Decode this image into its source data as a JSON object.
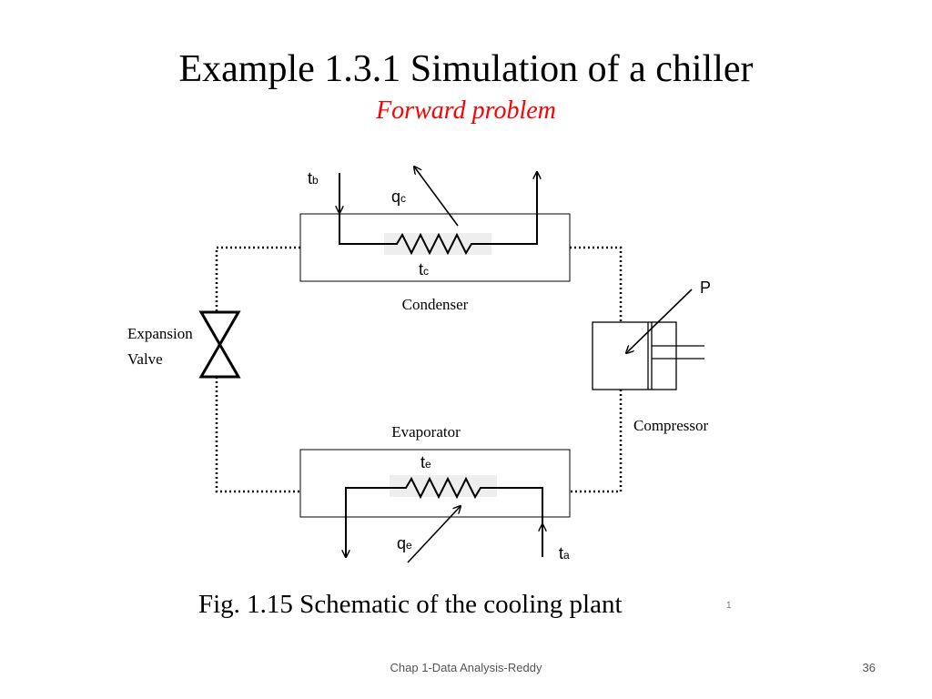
{
  "slide": {
    "title": "Example 1.3.1 Simulation of a chiller",
    "subtitle": "Forward problem",
    "caption": "Fig. 1.15 Schematic of the cooling plant",
    "footnote": "1",
    "footer": "Chap 1-Data Analysis-Reddy",
    "page_number": "36",
    "colors": {
      "subtitle": "#ff0000",
      "text": "#000000",
      "footer": "#555555"
    }
  },
  "diagram": {
    "components": {
      "condenser": "Condenser",
      "evaporator": "Evaporator",
      "compressor": "Compressor",
      "expansion_valve_line1": "Expansion",
      "expansion_valve_line2": "Valve"
    },
    "variables": {
      "tb": {
        "base": "t",
        "sub": "b"
      },
      "qc": {
        "base": "q",
        "sub": "c"
      },
      "tc": {
        "base": "t",
        "sub": "c"
      },
      "p": "P",
      "te": {
        "base": "t",
        "sub": "e"
      },
      "qe": {
        "base": "q",
        "sub": "e"
      },
      "ta": {
        "base": "t",
        "sub": "a"
      }
    }
  }
}
